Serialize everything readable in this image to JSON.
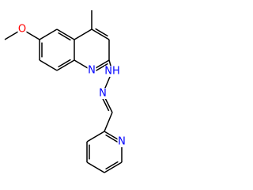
{
  "colors": {
    "bond": "#000000",
    "nitrogen": "#0000ff",
    "oxygen": "#ff0000",
    "carbon": "#000000",
    "background": "#ffffff"
  },
  "atoms": [
    {
      "id": "methoxy-carbon",
      "label": "",
      "element": "C"
    },
    {
      "id": "methoxy-oxygen",
      "label": "O",
      "element": "O"
    },
    {
      "id": "methyl-carbon",
      "label": "",
      "element": "C"
    },
    {
      "id": "quinoline-nitrogen",
      "label": "N",
      "element": "N"
    },
    {
      "id": "hydrazone-nh",
      "label": "NH",
      "element": "N"
    },
    {
      "id": "hydrazone-n",
      "label": "N",
      "element": "N"
    },
    {
      "id": "pyridine-nitrogen",
      "label": "N",
      "element": "N"
    }
  ]
}
